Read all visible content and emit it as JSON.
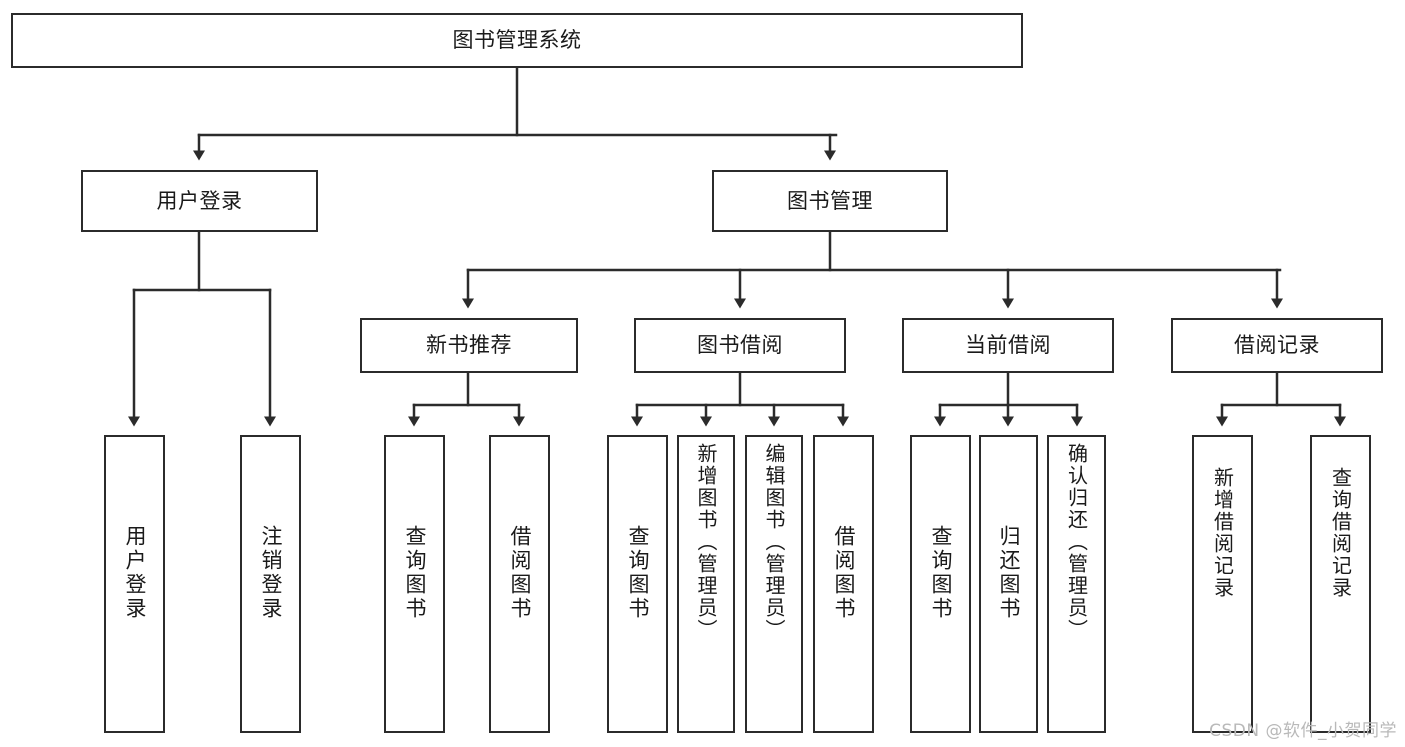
{
  "diagram": {
    "title": "图书管理系统",
    "type": "tree-hierarchy-diagram",
    "colors": {
      "box_border": "#2b2b2b",
      "box_fill": "#ffffff",
      "connector": "#2b2b2b",
      "text": "#1a1a1a",
      "watermark": "#b9b9b9"
    },
    "root": {
      "label": "图书管理系统"
    },
    "level2": [
      {
        "label": "用户登录"
      },
      {
        "label": "图书管理"
      }
    ],
    "level3": [
      {
        "label": "新书推荐"
      },
      {
        "label": "图书借阅"
      },
      {
        "label": "当前借阅"
      },
      {
        "label": "借阅记录"
      }
    ],
    "leaves": {
      "user_login": [
        {
          "label": "用户登录"
        },
        {
          "label": "注销登录"
        }
      ],
      "new_book_recommend": [
        {
          "label": "查询图书"
        },
        {
          "label": "借阅图书"
        }
      ],
      "book_borrow": [
        {
          "label": "查询图书"
        },
        {
          "label": "新增图书（管理员）"
        },
        {
          "label": "编辑图书（管理员）"
        },
        {
          "label": "借阅图书"
        }
      ],
      "current_borrow": [
        {
          "label": "查询图书"
        },
        {
          "label": "归还图书"
        },
        {
          "label": "确认归还（管理员）"
        }
      ],
      "borrow_records": [
        {
          "label": "新增借阅记录"
        },
        {
          "label": "查询借阅记录"
        }
      ]
    },
    "watermark": "CSDN @软件_小贺同学"
  }
}
